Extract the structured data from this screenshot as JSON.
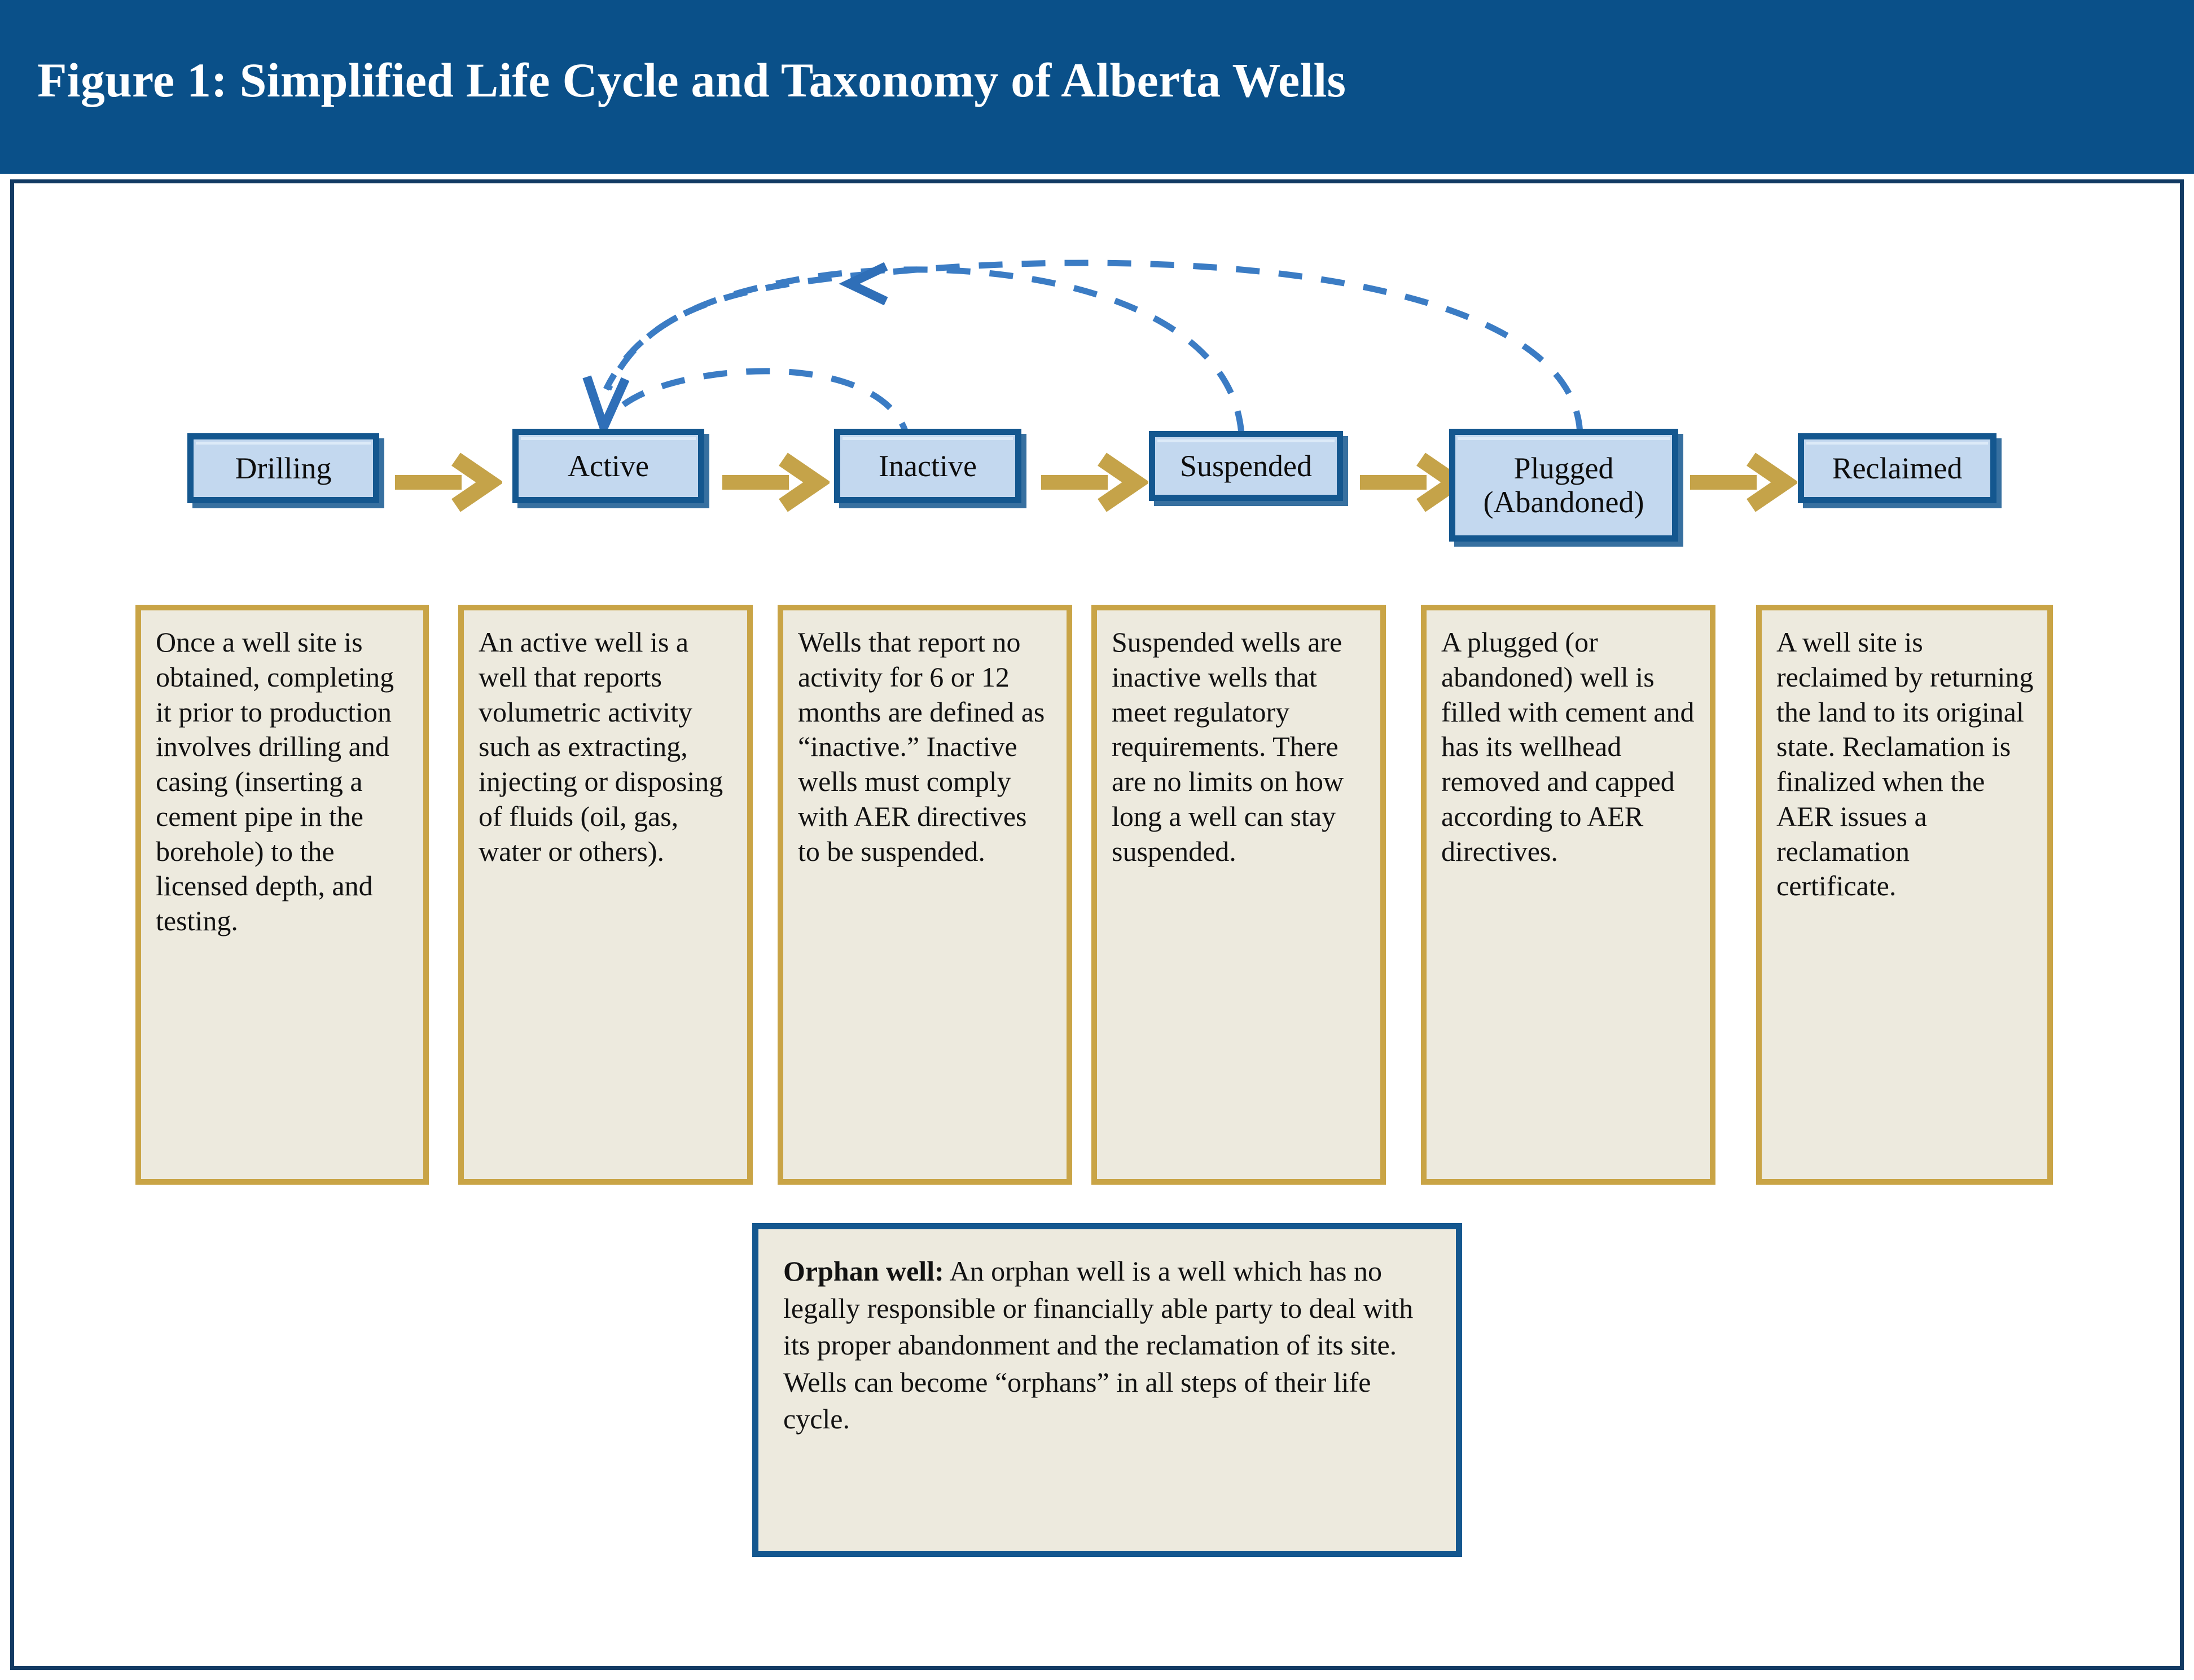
{
  "figure": {
    "title": "Figure 1: Simplified Life Cycle and Taxonomy of Alberta Wells",
    "colors": {
      "banner_blue": "#0a5089",
      "frame_blue": "#123a63",
      "stage_border_blue": "#14578f",
      "stage_fill_blue": "#c3d8ef",
      "arrow_gold": "#c5a349",
      "desc_border_gold": "#c9a446",
      "desc_fill_cream": "#edeade",
      "dashed_arc_blue": "#3b7cc4"
    }
  },
  "stages": [
    {
      "id": "drilling",
      "label": "Drilling"
    },
    {
      "id": "active",
      "label": "Active"
    },
    {
      "id": "inactive",
      "label": "Inactive"
    },
    {
      "id": "suspended",
      "label": "Suspended"
    },
    {
      "id": "plugged",
      "label_line1": "Plugged",
      "label_line2": "(Abandoned)"
    },
    {
      "id": "reclaimed",
      "label": "Reclaimed"
    }
  ],
  "descriptions": [
    {
      "id": "drilling-desc",
      "text": "Once a well site is obtained, completing it prior to production involves drilling and casing (inserting a cement pipe in the borehole) to the licensed depth, and testing."
    },
    {
      "id": "active-desc",
      "text": "An active well is a well that reports volumetric activity such as extracting, injecting or disposing of fluids (oil, gas, water or others)."
    },
    {
      "id": "inactive-desc",
      "text": "Wells that report no activity for 6 or 12 months are defined as “inactive.” Inactive wells must comply with AER directives to be suspended."
    },
    {
      "id": "suspended-desc",
      "text": "Suspended wells are inactive wells that meet regulatory requirements. There are no limits on how long a well can stay suspended."
    },
    {
      "id": "plugged-desc",
      "text": "A plugged (or abandoned) well is filled with cement and has its wellhead removed and capped according to AER directives."
    },
    {
      "id": "reclaimed-desc",
      "text": "A well site is reclaimed  by returning the land to its original state. Reclamation is finalized when the AER issues a reclamation certificate."
    }
  ],
  "orphan_callout": {
    "term": "Orphan well:",
    "text": " An orphan well is a well which has no legally responsible or financially able party to deal with its proper abandonment and the reclamation of its site. Wells can become “orphans” in all steps of their life cycle."
  },
  "flow_arrows": [
    {
      "from": "Drilling",
      "to": "Active",
      "style": "solid-gold"
    },
    {
      "from": "Active",
      "to": "Inactive",
      "style": "solid-gold"
    },
    {
      "from": "Inactive",
      "to": "Suspended",
      "style": "solid-gold"
    },
    {
      "from": "Suspended",
      "to": "Plugged (Abandoned)",
      "style": "solid-gold"
    },
    {
      "from": "Plugged (Abandoned)",
      "to": "Reclaimed",
      "style": "solid-gold"
    }
  ],
  "return_arcs": [
    {
      "from": "Inactive",
      "to": "Active",
      "style": "dashed-blue"
    },
    {
      "from": "Suspended",
      "to": "Active",
      "style": "dashed-blue"
    },
    {
      "from": "Plugged (Abandoned)",
      "to": "Active",
      "style": "dashed-blue"
    }
  ]
}
